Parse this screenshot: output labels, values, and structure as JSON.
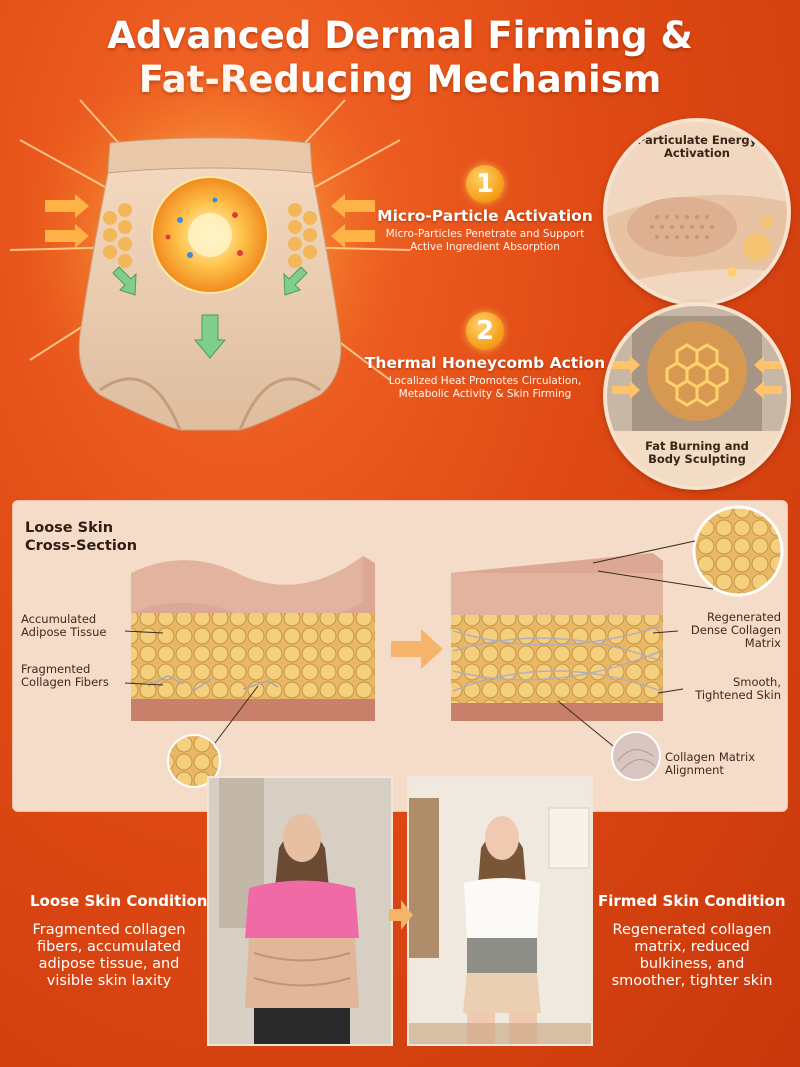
{
  "header": {
    "title_line1": "Advanced Dermal Firming &",
    "title_line2": "Fat-Reducing Mechanism"
  },
  "steps": [
    {
      "number": "1",
      "title": "Micro-Particle Activation",
      "desc_line1": "Micro-Particles Penetrate and Support",
      "desc_line2": "Active Ingredient Absorption"
    },
    {
      "number": "2",
      "title": "Thermal Honeycomb Action",
      "desc_line1": "Localized Heat Promotes Circulation,",
      "desc_line2": "Metabolic Activity & Skin Firming"
    }
  ],
  "circles": {
    "top_label_line1": "Particulate Energy",
    "top_label_line2": "Activation",
    "bottom_label_line1": "Fat Burning and",
    "bottom_label_line2": "Body Sculpting"
  },
  "cross_section": {
    "title_line1": "Loose Skin",
    "title_line2": "Cross-Section",
    "labels": {
      "adipose_line1": "Accumulated",
      "adipose_line2": "Adipose Tissue",
      "fragmented_line1": "Fragmented",
      "fragmented_line2": "Collagen Fibers",
      "regenerated_line1": "Regenerated",
      "regenerated_line2": "Dense Collagen",
      "regenerated_line3": "Matrix",
      "smooth_line1": "Smooth,",
      "smooth_line2": "Tightened Skin",
      "alignment_line1": "Collagen Matrix",
      "alignment_line2": "Alignment"
    }
  },
  "conditions": {
    "before_title": "Loose Skin Condition",
    "before_line1": "Fragmented collagen",
    "before_line2": "fibers, accumulated",
    "before_line3": "adipose tissue, and",
    "before_line4": "visible skin laxity",
    "after_title": "Firmed Skin Condition",
    "after_line1": "Regenerated collagen",
    "after_line2": "matrix, reduced",
    "after_line3": "bulkiness, and",
    "after_line4": "smoother, tighter skin"
  },
  "icons": [
    "arrow-right-icon",
    "magnifier-circle-icon",
    "number-badge-icon"
  ],
  "colors": {
    "background": "#e04a14",
    "accent_gold": "#f5a623",
    "panel": "#f5dcc8",
    "text_dark": "#2e1d12"
  }
}
